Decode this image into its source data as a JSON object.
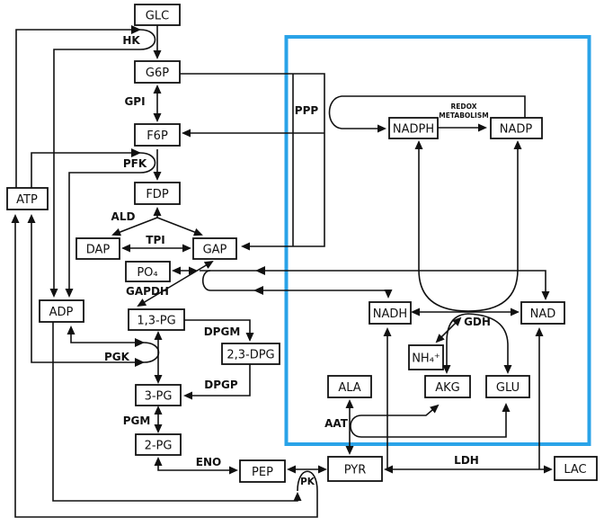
{
  "diagram": {
    "nodes": {
      "glc": "GLC",
      "g6p": "G6P",
      "f6p": "F6P",
      "fdp": "FDP",
      "dap": "DAP",
      "gap": "GAP",
      "po4": "PO₄",
      "pg13": "1,3-PG",
      "dpg23": "2,3-DPG",
      "pg3": "3-PG",
      "pg2": "2-PG",
      "pep": "PEP",
      "pyr": "PYR",
      "lac": "LAC",
      "atp": "ATP",
      "adp": "ADP",
      "nadph": "NADPH",
      "nadp": "NADP",
      "nadh": "NADH",
      "nad": "NAD",
      "nh4": "NH₄⁺",
      "ala": "ALA",
      "akg": "AKG",
      "glu": "GLU"
    },
    "enzymes": {
      "hk": "HK",
      "gpi": "GPI",
      "pfk": "PFK",
      "ald": "ALD",
      "tpi": "TPI",
      "gapdh": "GAPDH",
      "dpgm": "DPGM",
      "pgk": "PGK",
      "dpgp": "DPGP",
      "pgm": "PGM",
      "eno": "ENO",
      "pk": "PK",
      "ppp": "PPP",
      "redox_line1": "REDOX",
      "redox_line2": "METABOLISM",
      "gdh": "GDH",
      "aat": "AAT",
      "ldh": "LDH"
    },
    "colors": {
      "line": "#111111",
      "highlight": "#2aa3e8",
      "background": "#ffffff"
    }
  }
}
